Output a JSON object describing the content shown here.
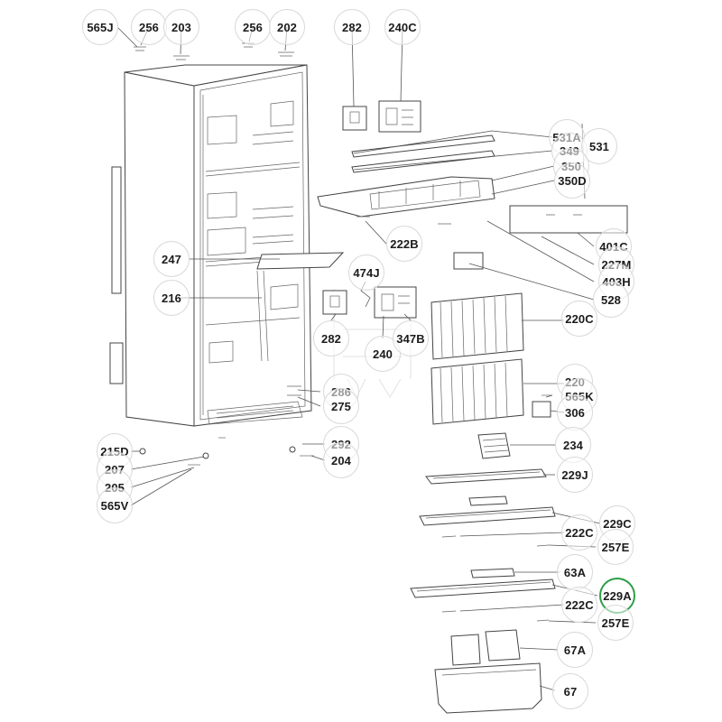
{
  "callouts": [
    {
      "id": "565J",
      "label": "565J"
    },
    {
      "id": "256a",
      "label": "256"
    },
    {
      "id": "203",
      "label": "203"
    },
    {
      "id": "256b",
      "label": "256"
    },
    {
      "id": "202",
      "label": "202"
    },
    {
      "id": "282a",
      "label": "282"
    },
    {
      "id": "240C",
      "label": "240C"
    },
    {
      "id": "531A",
      "label": "531A"
    },
    {
      "id": "349",
      "label": "349"
    },
    {
      "id": "531",
      "label": "531"
    },
    {
      "id": "350",
      "label": "350"
    },
    {
      "id": "350D",
      "label": "350D"
    },
    {
      "id": "401C",
      "label": "401C"
    },
    {
      "id": "227M",
      "label": "227M"
    },
    {
      "id": "403H",
      "label": "403H"
    },
    {
      "id": "528",
      "label": "528"
    },
    {
      "id": "247",
      "label": "247"
    },
    {
      "id": "222B",
      "label": "222B"
    },
    {
      "id": "474J",
      "label": "474J"
    },
    {
      "id": "216",
      "label": "216"
    },
    {
      "id": "220C",
      "label": "220C"
    },
    {
      "id": "282b",
      "label": "282"
    },
    {
      "id": "240",
      "label": "240"
    },
    {
      "id": "347B",
      "label": "347B"
    },
    {
      "id": "220",
      "label": "220"
    },
    {
      "id": "565K",
      "label": "565K"
    },
    {
      "id": "286",
      "label": "286"
    },
    {
      "id": "275",
      "label": "275"
    },
    {
      "id": "306",
      "label": "306"
    },
    {
      "id": "234",
      "label": "234"
    },
    {
      "id": "215D",
      "label": "215D"
    },
    {
      "id": "292",
      "label": "292"
    },
    {
      "id": "207",
      "label": "207"
    },
    {
      "id": "204",
      "label": "204"
    },
    {
      "id": "229J",
      "label": "229J"
    },
    {
      "id": "205",
      "label": "205"
    },
    {
      "id": "565V",
      "label": "565V"
    },
    {
      "id": "229C",
      "label": "229C"
    },
    {
      "id": "222Ca",
      "label": "222C"
    },
    {
      "id": "257Ea",
      "label": "257E"
    },
    {
      "id": "63A",
      "label": "63A"
    },
    {
      "id": "229A",
      "label": "229A"
    },
    {
      "id": "222Cb",
      "label": "222C"
    },
    {
      "id": "257Eb",
      "label": "257E"
    },
    {
      "id": "67A",
      "label": "67A"
    },
    {
      "id": "67",
      "label": "67"
    }
  ],
  "highlight_color": "#2e9e48",
  "highlighted_callout": "229A"
}
